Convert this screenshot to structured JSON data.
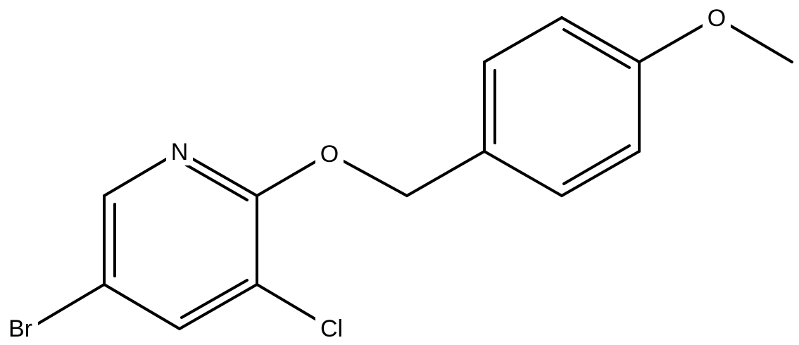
{
  "structure": {
    "atoms": {
      "N": {
        "label": "N"
      },
      "O_ether": {
        "label": "O"
      },
      "O_methoxy": {
        "label": "O"
      },
      "Cl": {
        "label": "Cl"
      },
      "Br": {
        "label": "Br"
      }
    }
  }
}
